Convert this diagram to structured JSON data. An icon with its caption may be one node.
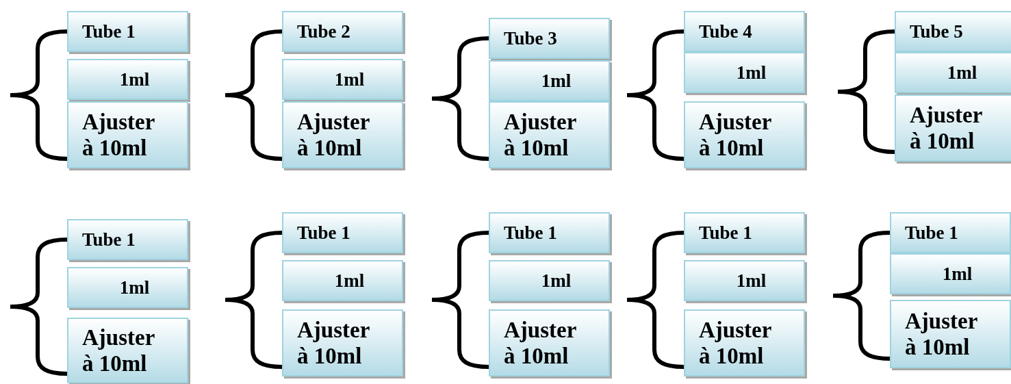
{
  "diagram": {
    "nodes": [
      {
        "text": [
          "Tube 1"
        ]
      },
      {
        "text": [
          "1ml"
        ]
      },
      {
        "text": [
          "Ajuster à 10ml"
        ]
      },
      {
        "text": [
          "Tube 2"
        ]
      },
      {
        "text": [
          "1ml"
        ]
      },
      {
        "text": [
          "Ajuster à 10ml"
        ]
      },
      {
        "text": [
          "Tube 3"
        ]
      },
      {
        "text": [
          "1ml"
        ]
      },
      {
        "text": [
          "Ajuster à 10ml"
        ]
      },
      {
        "text": [
          "Tube 4"
        ]
      },
      {
        "text": [
          "1ml"
        ]
      },
      {
        "text": [
          "Ajuster à 10ml"
        ]
      },
      {
        "text": [
          "Tube 5"
        ]
      },
      {
        "text": [
          "1ml"
        ]
      },
      {
        "text": [
          "Ajuster à 10ml"
        ]
      },
      {
        "text": [
          "Tube 1"
        ]
      },
      {
        "text": [
          "1ml"
        ]
      },
      {
        "text": [
          "Ajuster à 10ml"
        ]
      },
      {
        "text": [
          "Tube 1"
        ]
      },
      {
        "text": [
          "1ml"
        ]
      },
      {
        "text": [
          "Ajuster à 10ml"
        ]
      },
      {
        "text": [
          "Tube 1"
        ]
      },
      {
        "text": [
          "1ml"
        ]
      },
      {
        "text": [
          "Ajuster à 10ml"
        ]
      },
      {
        "text": [
          "Tube 1"
        ]
      },
      {
        "text": [
          "1ml"
        ]
      },
      {
        "text": [
          "Ajuster à 10ml"
        ]
      },
      {
        "text": [
          "Tube 1"
        ]
      },
      {
        "text": [
          "1ml"
        ]
      },
      {
        "text": [
          "Ajuster à 10ml"
        ]
      }
    ]
  }
}
